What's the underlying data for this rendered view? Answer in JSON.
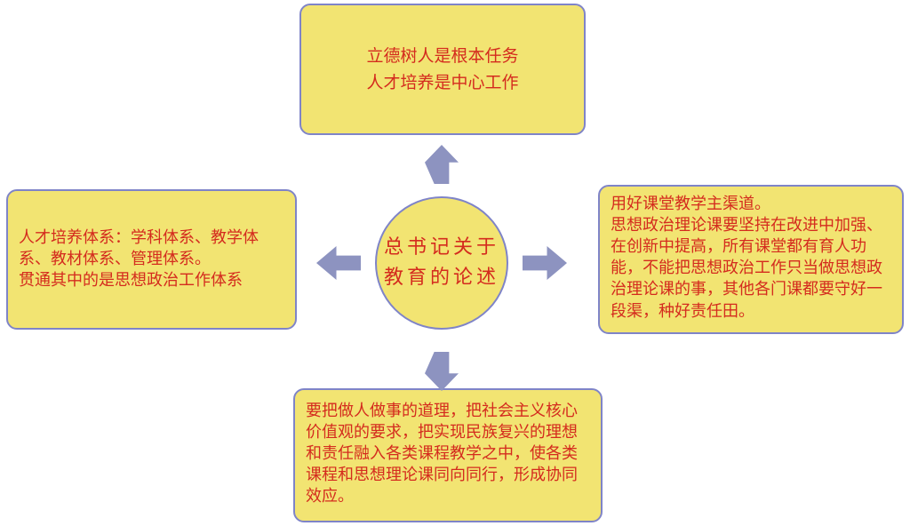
{
  "diagram": {
    "title": "总书记关于教育的论述关系图",
    "center": {
      "text": "总书记关于\n教育的论述"
    },
    "top": {
      "text": "立德树人是根本任务\n人才培养是中心工作"
    },
    "left": {
      "text": "人才培养体系：学科体系、教学体系、教材体系、管理体系。\n贯通其中的是思想政治工作体系"
    },
    "right": {
      "text": "用好课堂教学主渠道。\n思想政治理论课要坚持在改进中加强、在创新中提高，所有课堂都有育人功能，不能把思想政治工作只当做思想政治理论课的事，其他各门课都要守好一段渠，种好责任田。"
    },
    "bottom": {
      "text": "要把做人做事的道理，把社会主义核心价值观的要求，把实现民族复兴的理想和责任融入各类课程教学之中，使各类课程和思想理论课同向同行，形成协同效应。"
    },
    "arrows": {
      "up": "arrow pointing up from center to top box",
      "down": "arrow pointing down from center to bottom box",
      "left": "arrow pointing left from center to left box",
      "right": "arrow pointing right from center to right box"
    }
  },
  "colors": {
    "box_fill": "#f2e472",
    "box_border": "#7f84c8",
    "text": "#d42b1e",
    "arrow": "#8d93c0",
    "background": "#ffffff"
  }
}
